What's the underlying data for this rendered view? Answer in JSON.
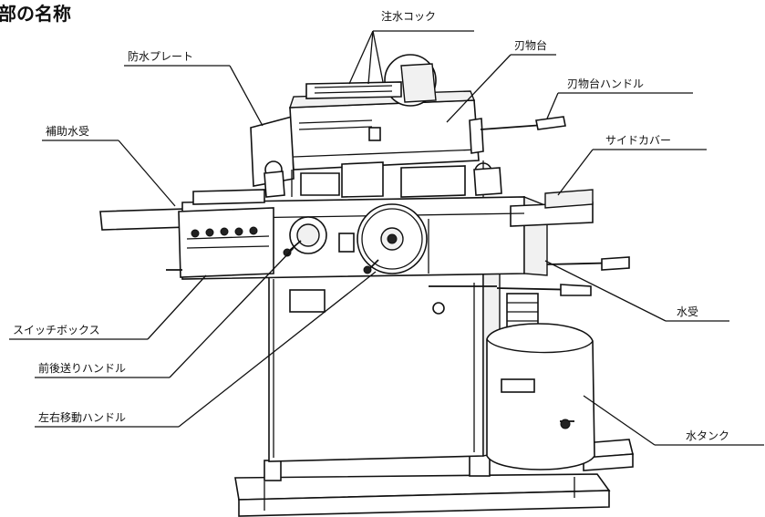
{
  "title": "部の名称",
  "labels": {
    "water_cock": "注水コック",
    "waterproof_plate": "防水プレート",
    "blade_table": "刃物台",
    "blade_table_handle": "刃物台ハンドル",
    "aux_water_tray": "補助水受",
    "side_cover": "サイドカバー",
    "switch_box": "スイッチボックス",
    "water_tray": "水受",
    "front_back_feed_handle": "前後送りハンドル",
    "left_right_handle": "左右移動ハンドル",
    "water_tank": "水タンク"
  }
}
